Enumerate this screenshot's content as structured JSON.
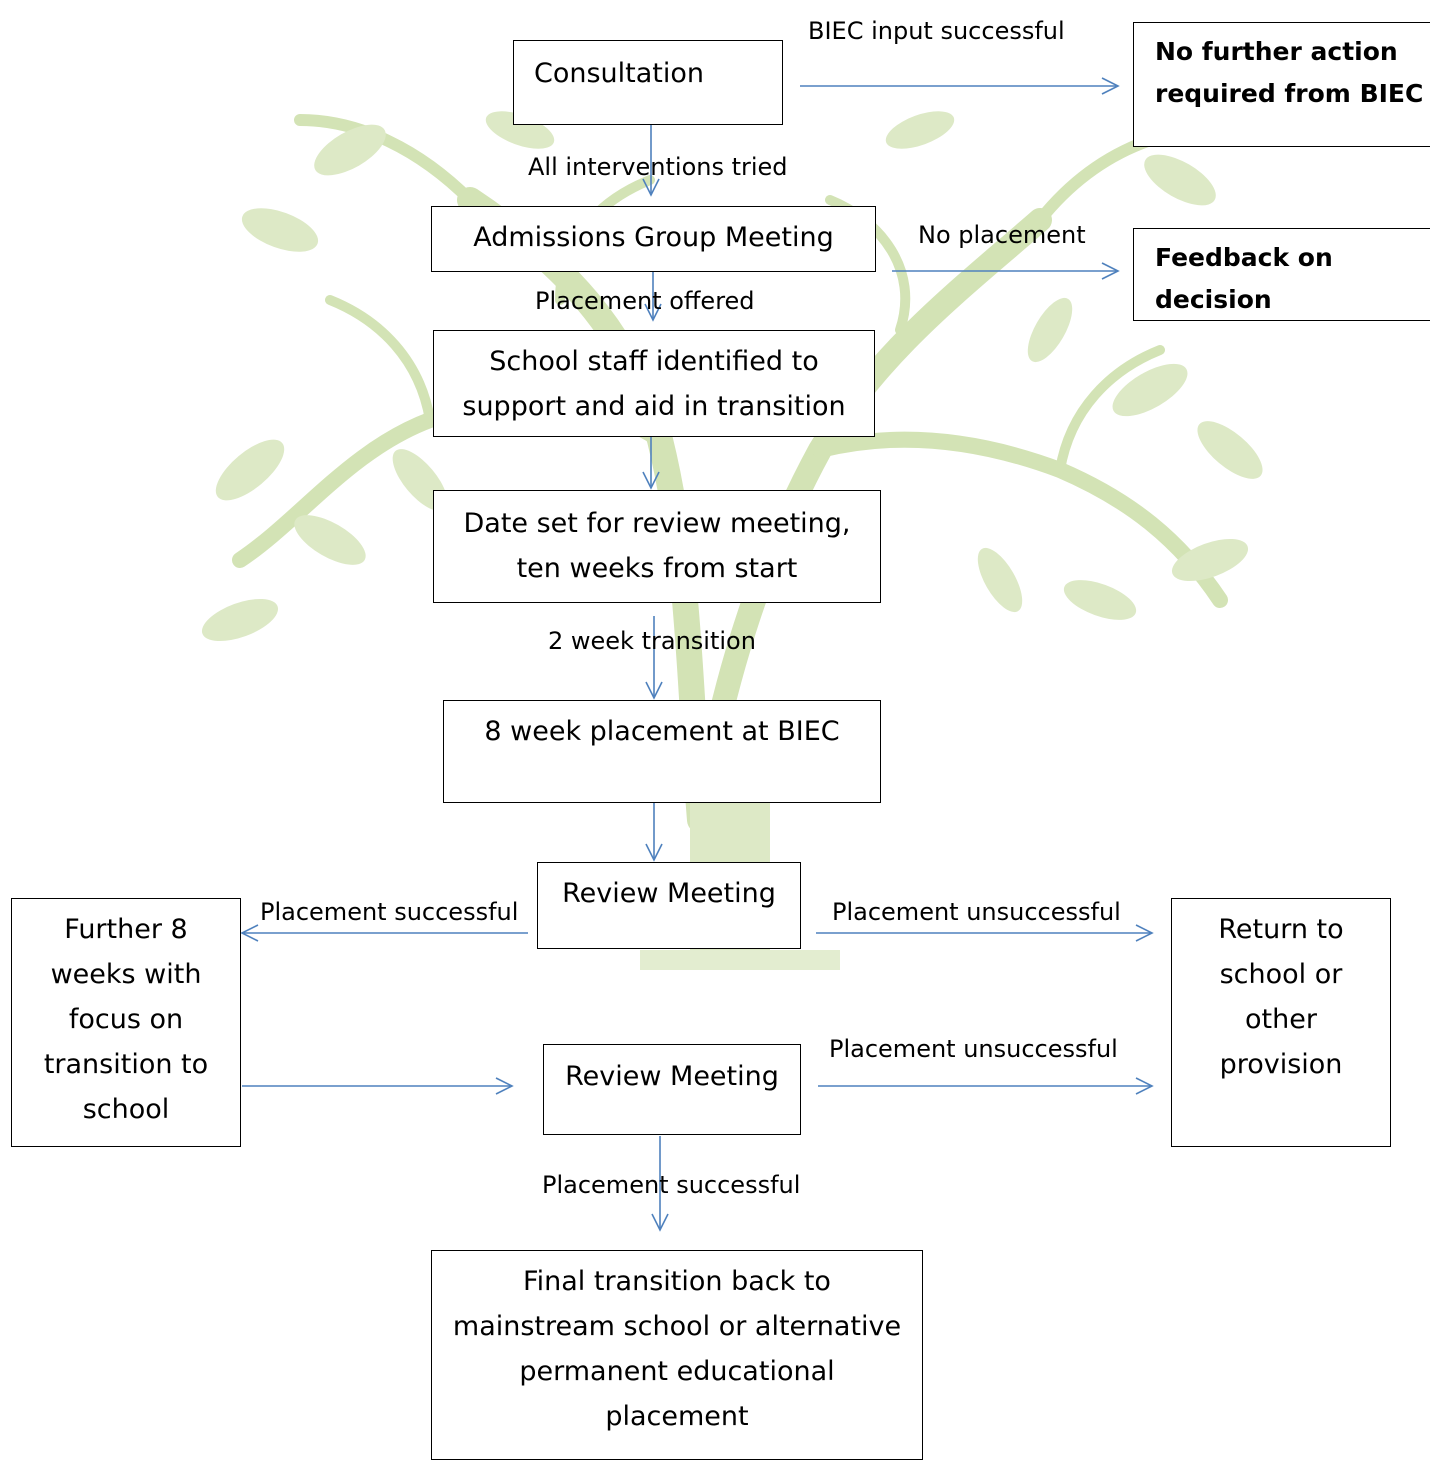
{
  "colors": {
    "arrow": "#4f81bd",
    "watermark": "#c6d9a6",
    "border": "#000000"
  },
  "nodes": {
    "consultation": "Consultation",
    "no_further_action": "No further action\nrequired from BIEC",
    "admissions_group": "Admissions Group Meeting",
    "feedback": "Feedback on decision",
    "school_staff": "School staff identified to\nsupport and aid in transition",
    "date_set": "Date set for review meeting,\nten weeks from start",
    "placement_8wk": "8 week placement at BIEC",
    "review_1": "Review Meeting",
    "further_8wk": "Further 8\nweeks with\nfocus on\ntransition to\nschool",
    "return_school": "Return to\nschool or\nother\nprovision",
    "review_2": "Review Meeting",
    "final_transition": "Final transition back to\nmainstream school or alternative\npermanent educational\nplacement"
  },
  "edges": {
    "biec_input_successful": "BIEC input successful",
    "all_interventions_tried": "All interventions tried",
    "no_placement": "No placement",
    "placement_offered": "Placement offered",
    "two_week_transition": "2 week transition",
    "placement_successful_1": "Placement successful",
    "placement_unsuccessful_1": "Placement unsuccessful",
    "placement_unsuccessful_2": "Placement unsuccessful",
    "placement_successful_2": "Placement successful"
  }
}
